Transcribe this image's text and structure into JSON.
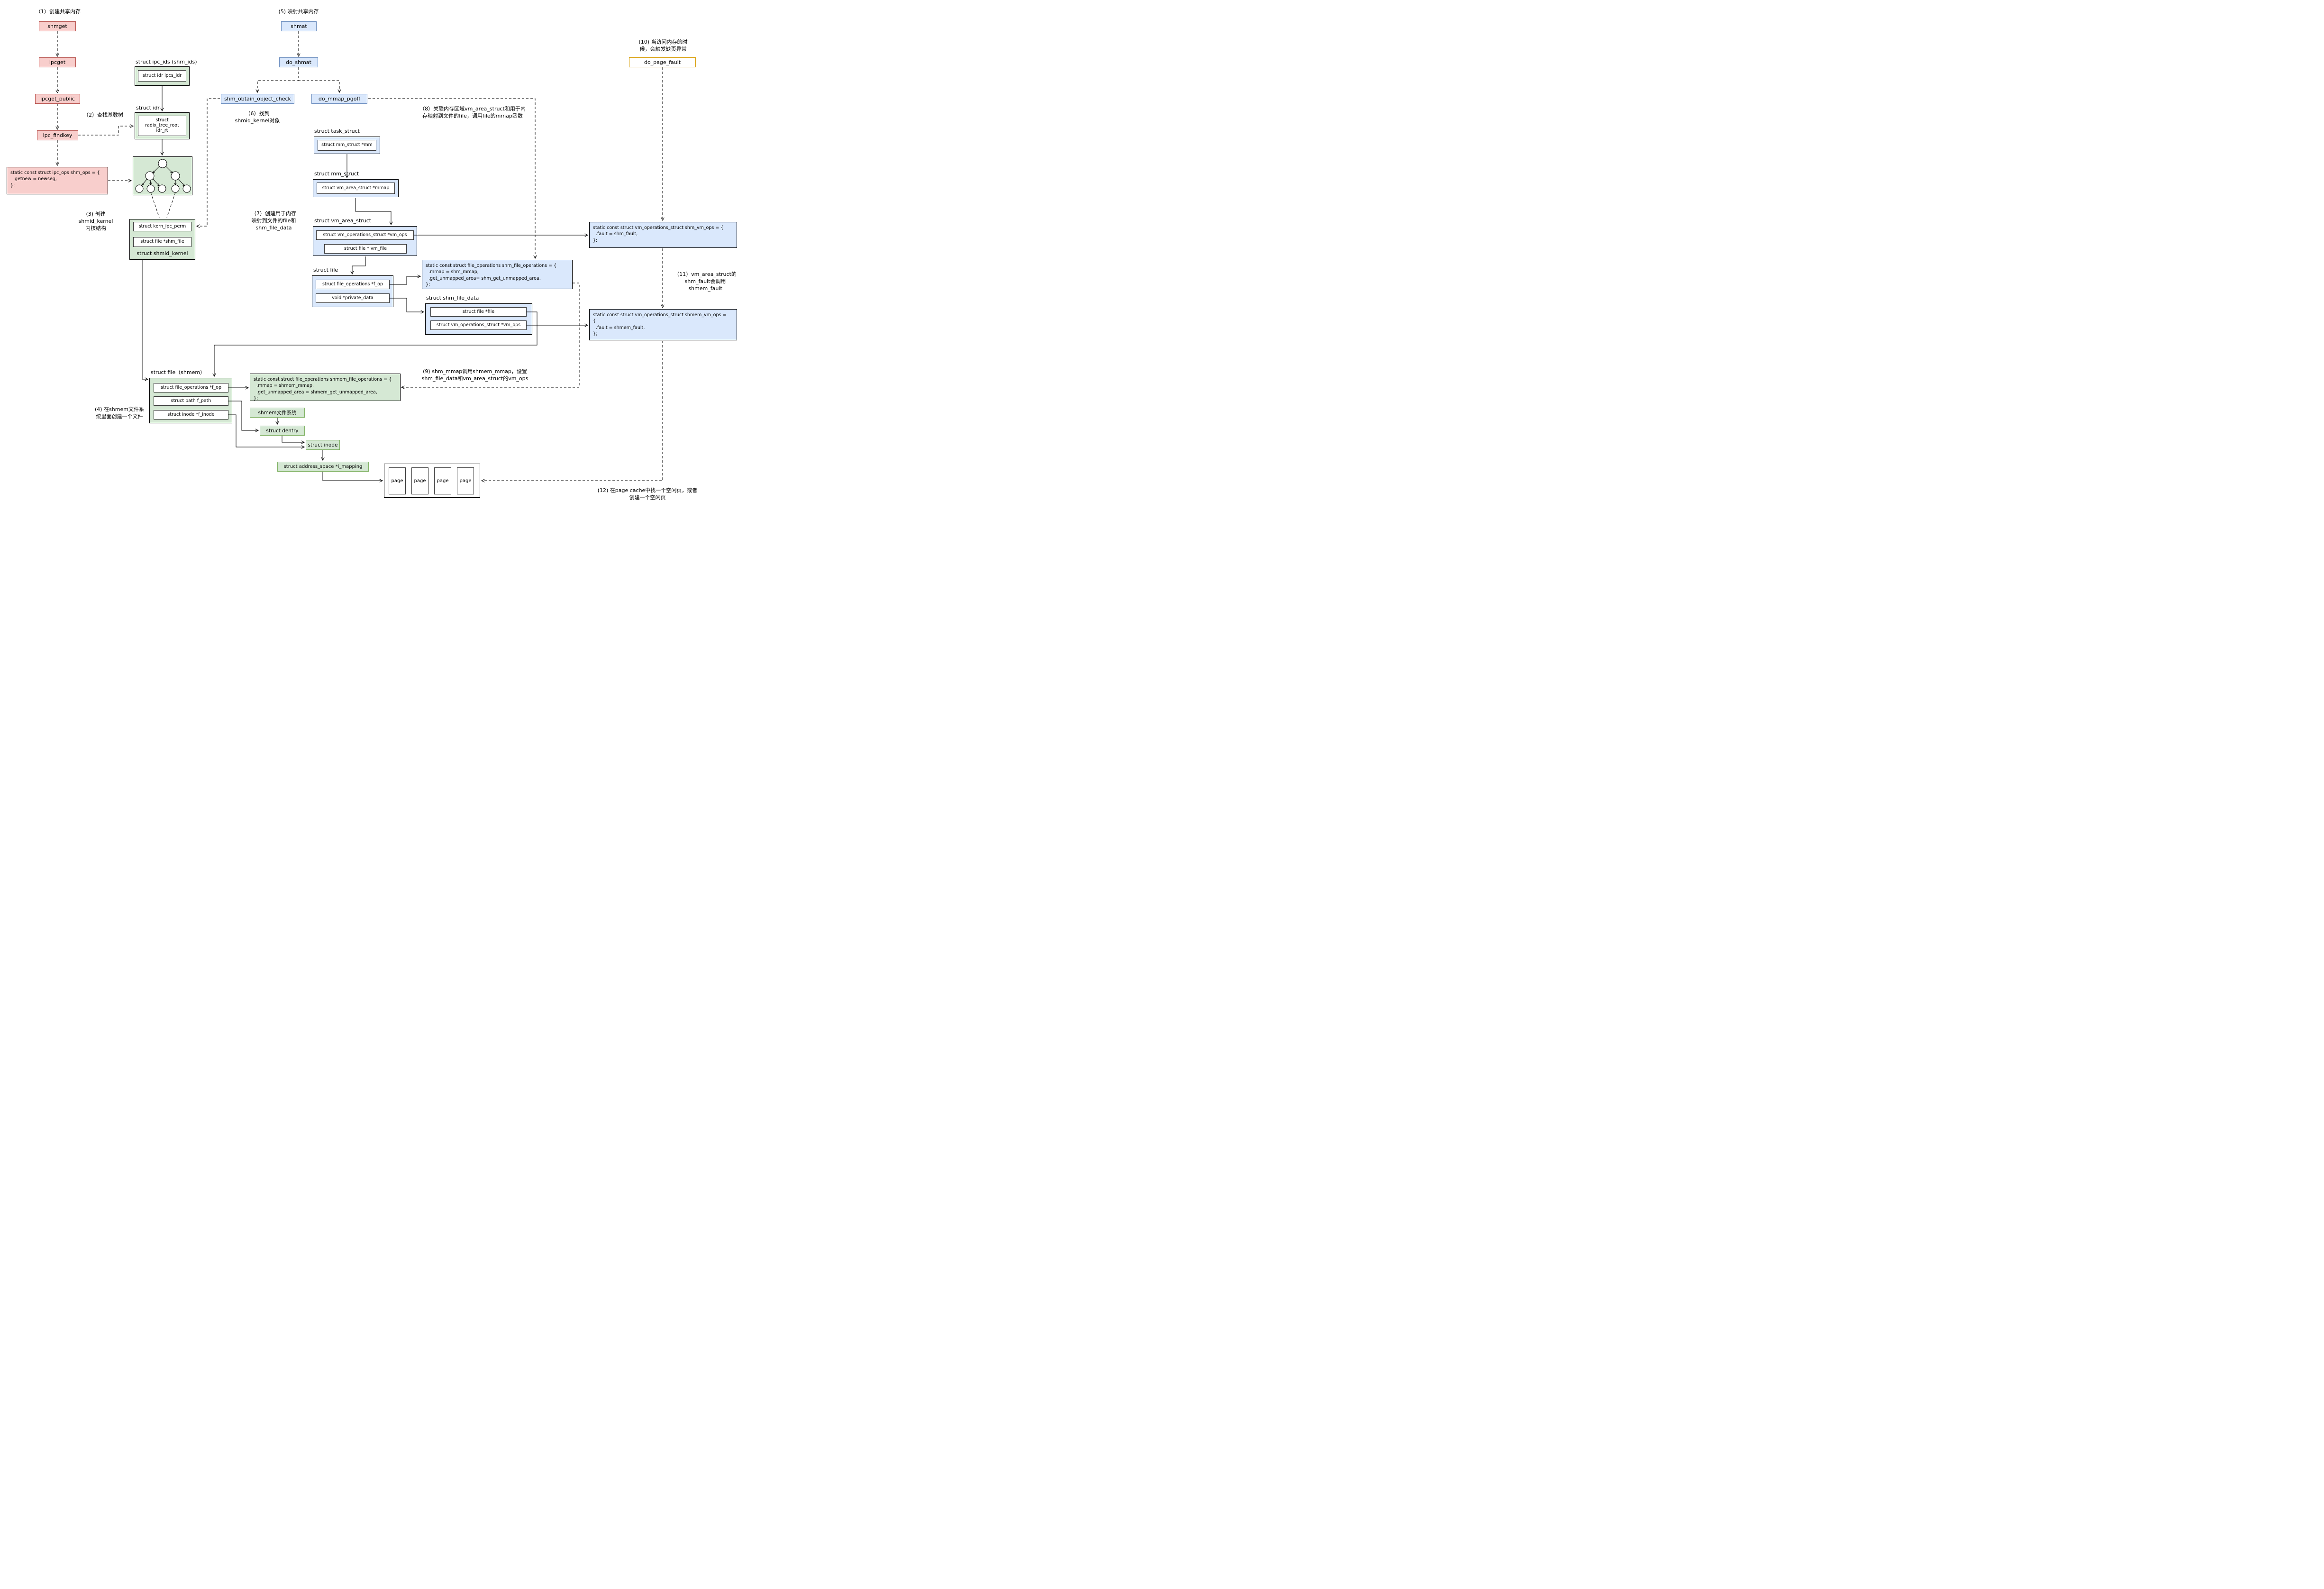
{
  "colors": {
    "red_fill": "#f8cecc",
    "red_border": "#b85450",
    "green_fill": "#d5e8d4",
    "green_border": "#82b366",
    "blue_fill": "#dae8fc",
    "blue_border": "#6c8ebf",
    "orange_border": "#d79b00",
    "field_fill": "#ffffff"
  },
  "annotations": {
    "a1": "（1）创建共享内存",
    "a2": "（2）查找基数树",
    "a3": "(3) 创建\nshmid_kernel\n内核结构",
    "a4": "(4) 在shmem文件系\n统里面创建一个文件",
    "a5": "(5) 映射共享内存",
    "a6": "（6）找到\nshmid_kernel对象",
    "a7": "（7）创建用于内存\n映射到文件的file和\nshm_file_data",
    "a8": "（8）关联内存区域vm_area_struct和用于内\n存映射到文件的file，调用file的mmap函数",
    "a9": "(9) shm_mmap调用shmem_mmap，设置\nshm_file_data和vm_area_struct的vm_ops",
    "a10": "(10) 当访问内存的时\n候，会触发缺页异常",
    "a11": "（11）vm_area_struct的\nshm_fault会调用\nshmem_fault",
    "a12": "(12) 在page cache中找一个空闲页，或者\n创建一个空闲页"
  },
  "nodes": {
    "shmget": "shmget",
    "ipcget": "ipcget",
    "ipcget_public": "ipcget_public",
    "ipc_findkey": "ipc_findkey",
    "shmat": "shmat",
    "do_shmat": "do_shmat",
    "shm_obtain_object_check": "shm_obtain_object_check",
    "do_mmap_pgoff": "do_mmap_pgoff",
    "do_page_fault": "do_page_fault",
    "shmem_fs": "shmem文件系统",
    "dentry": "struct dentry",
    "inode": "struct inode",
    "i_mapping": "struct address_space *i_mapping"
  },
  "page_labels": [
    "page",
    "page",
    "page",
    "page"
  ],
  "code": {
    "shm_ops": "static const struct ipc_ops shm_ops = {\n  .getnew = newseg,\n};",
    "shm_file_operations": "static const struct file_operations shm_file_operations = {\n  .mmap = shm_mmap,\n  .get_unmapped_area= shm_get_unmapped_area,\n};",
    "shm_vm_ops": "static const struct vm_operations_struct shm_vm_ops = {\n  .fault = shm_fault,\n};",
    "shmem_vm_ops": "static const struct vm_operations_struct shmem_vm_ops =\n{\n  .fault = shmem_fault,\n};",
    "shmem_file_operations": "static const struct file_operations shmem_file_operations = {\n  .mmap = shmem_mmap,\n  .get_unmapped_area = shmem_get_unmapped_area,\n};"
  },
  "structs": {
    "ipc_ids": {
      "title": "struct ipc_ids (shm_ids)",
      "fields": [
        "struct idr ipcs_idr"
      ]
    },
    "idr": {
      "title": "struct idr",
      "fields": [
        "struct\nradix_tree_root\nidr_rt"
      ]
    },
    "shmid_kernel": {
      "title": "struct shmid_kernel",
      "fields": [
        "struct kern_ipc_perm",
        "struct file *shm_file"
      ]
    },
    "task_struct": {
      "title": "struct task_struct",
      "fields": [
        "struct mm_struct *mm"
      ]
    },
    "mm_struct": {
      "title": "struct mm_struct",
      "fields": [
        "struct vm_area_struct *mmap"
      ]
    },
    "vm_area_struct": {
      "title": "struct vm_area_struct",
      "fields": [
        "struct vm_operations_struct *vm_ops",
        "struct file * vm_file"
      ]
    },
    "file": {
      "title": "struct file",
      "fields": [
        "struct file_operations *f_op",
        "void *private_data"
      ]
    },
    "shm_file_data": {
      "title": "struct shm_file_data",
      "fields": [
        "struct file *file",
        "struct vm_operations_struct *vm_ops"
      ]
    },
    "file_shmem": {
      "title": "struct file（shmem）",
      "fields": [
        "struct file_operations *f_op",
        "struct path f_path",
        "struct inode *f_inode"
      ]
    }
  }
}
